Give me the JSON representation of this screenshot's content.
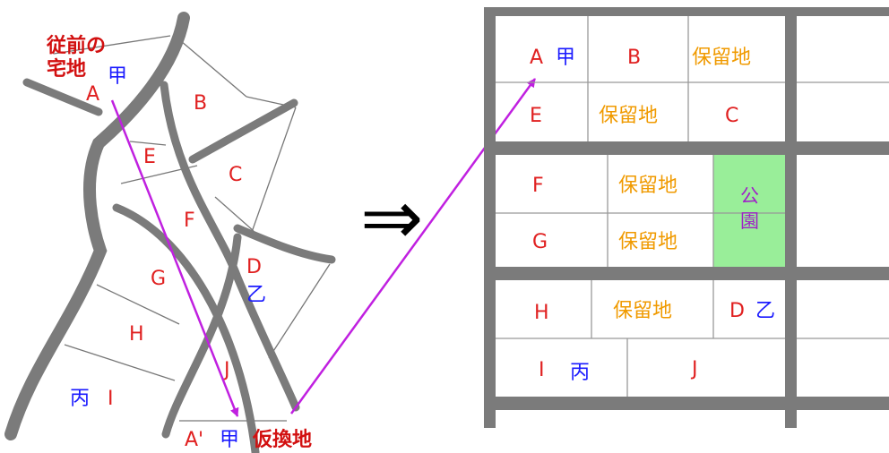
{
  "before": {
    "prior_land_line1": "従前の",
    "prior_land_line2": "宅地",
    "lot_a": "A",
    "owner_ko": "甲",
    "lot_b": "B",
    "lot_c": "C",
    "lot_d": "D",
    "owner_otsu": "乙",
    "lot_e": "E",
    "lot_f": "F",
    "lot_g": "G",
    "lot_h": "H",
    "lot_i": "I",
    "owner_hei": "丙",
    "lot_j": "J",
    "lot_a_prime": "A'",
    "owner_ko_2": "甲",
    "provisional_land": "仮換地"
  },
  "arrow_symbol": "⇒",
  "after": {
    "lot_a": "A",
    "owner_ko": "甲",
    "lot_b": "B",
    "reserved_1": "保留地",
    "lot_e": "E",
    "reserved_2": "保留地",
    "lot_c": "C",
    "lot_f": "F",
    "reserved_3": "保留地",
    "park_line1": "公",
    "park_line2": "園",
    "lot_g": "G",
    "reserved_4": "保留地",
    "lot_h": "H",
    "reserved_5": "保留地",
    "lot_d": "D",
    "owner_otsu": "乙",
    "lot_i": "I",
    "owner_hei": "丙",
    "lot_j": "J"
  },
  "colors": {
    "road": "#7b7b7b",
    "lot_letter": "#e02020",
    "owner": "#1a1aff",
    "reserved_land": "#f09a00",
    "park_fill": "#99ee99",
    "park_text": "#a020c8",
    "arrow": "#c020e0"
  }
}
